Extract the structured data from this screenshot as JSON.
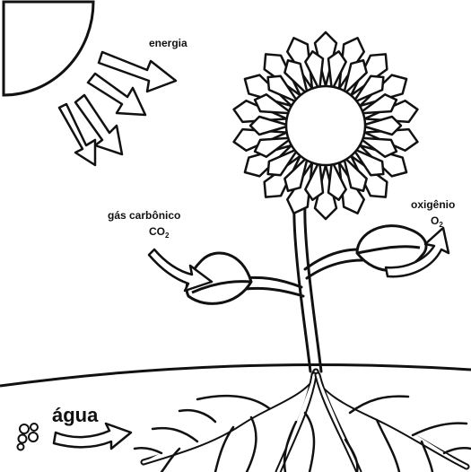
{
  "labels": {
    "energy": "energia",
    "co2_name": "gás carbônico",
    "co2_formula": "CO",
    "co2_subscript": "2",
    "o2_name": "oxigênio",
    "o2_formula": "O",
    "o2_subscript": "2",
    "water": "água"
  },
  "colors": {
    "line": "#111111",
    "fill": "#ffffff"
  },
  "icons": [
    "sun-icon",
    "light-ray-arrow-icon",
    "flower-icon",
    "leaf-icon",
    "root-icon",
    "water-bubble-icon"
  ]
}
